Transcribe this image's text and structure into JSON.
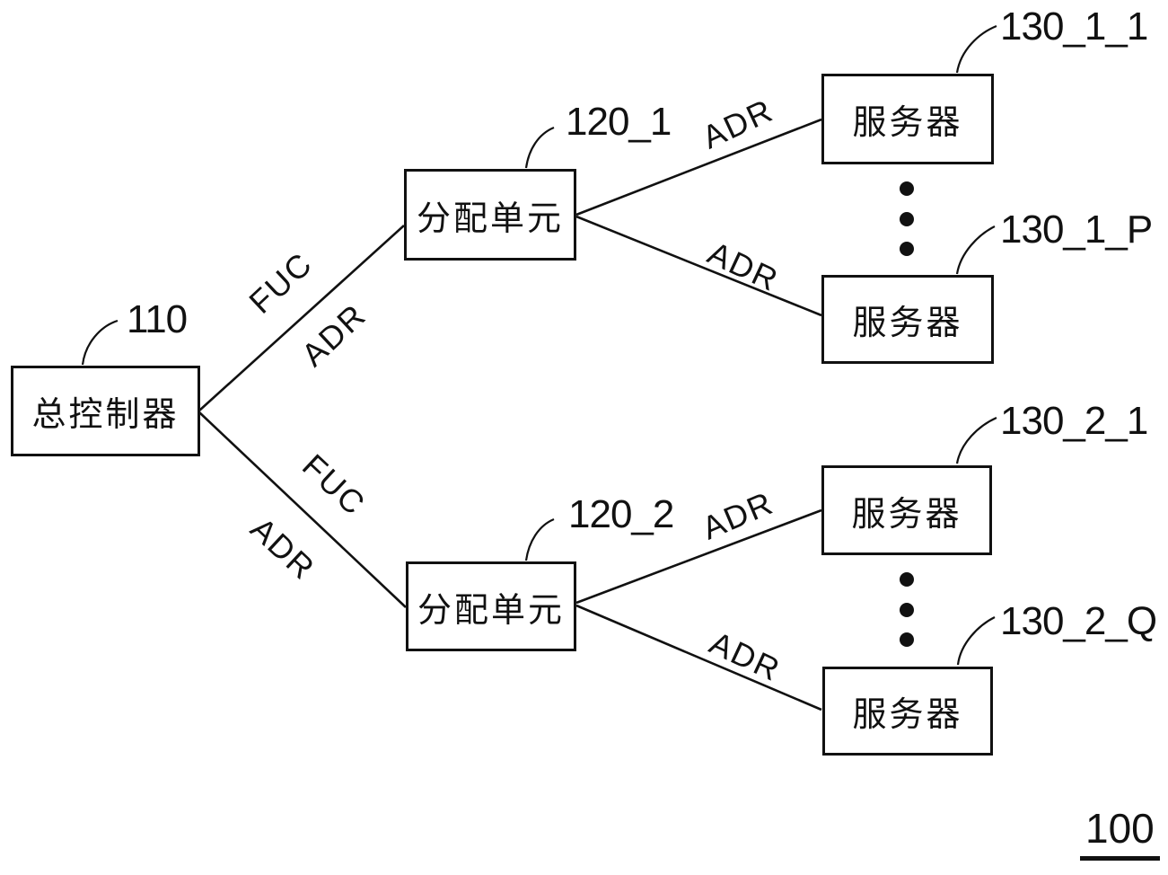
{
  "figure_label": "100",
  "nodes": {
    "controller": {
      "label": "总控制器",
      "ref": "110"
    },
    "dist1": {
      "label": "分配单元",
      "ref": "120_1"
    },
    "dist2": {
      "label": "分配单元",
      "ref": "120_2"
    },
    "server_1_1": {
      "label": "服务器",
      "ref": "130_1_1"
    },
    "server_1_P": {
      "label": "服务器",
      "ref": "130_1_P"
    },
    "server_2_1": {
      "label": "服务器",
      "ref": "130_2_1"
    },
    "server_2_Q": {
      "label": "服务器",
      "ref": "130_2_Q"
    }
  },
  "edges": [
    {
      "from": "controller",
      "to": "dist1",
      "labels": [
        "FUC",
        "ADR"
      ]
    },
    {
      "from": "controller",
      "to": "dist2",
      "labels": [
        "FUC",
        "ADR"
      ]
    },
    {
      "from": "dist1",
      "to": "server_1_1",
      "labels": [
        "ADR"
      ]
    },
    {
      "from": "dist1",
      "to": "server_1_P",
      "labels": [
        "ADR"
      ]
    },
    {
      "from": "dist2",
      "to": "server_2_1",
      "labels": [
        "ADR"
      ]
    },
    {
      "from": "dist2",
      "to": "server_2_Q",
      "labels": [
        "ADR"
      ]
    }
  ],
  "colors": {
    "line": "#111111",
    "background": "#ffffff"
  }
}
